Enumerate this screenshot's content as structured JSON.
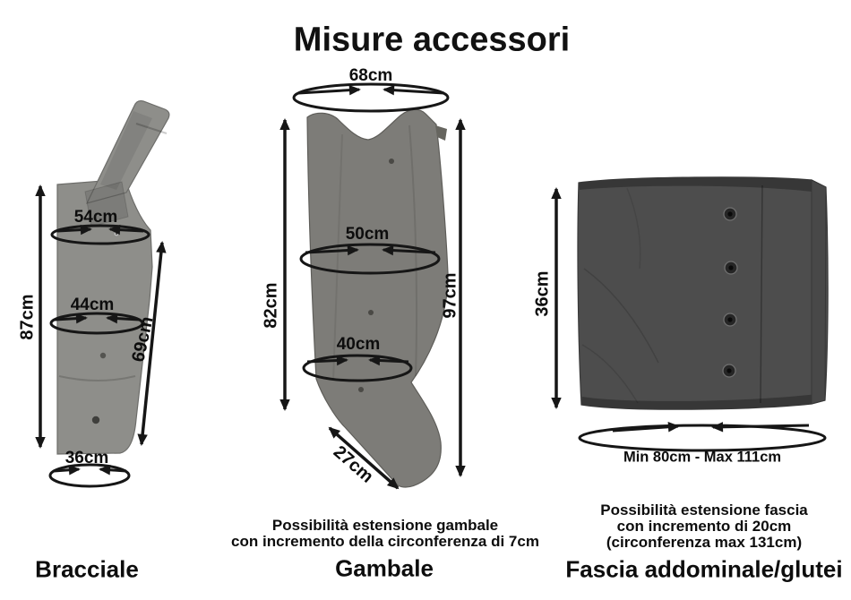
{
  "title": "Misure accessori",
  "colors": {
    "bracciale": "#8e8e8a",
    "gambale": "#7d7c78",
    "fascia": "#4d4d4d",
    "annotation": "#161616",
    "background": "#ffffff"
  },
  "items": {
    "bracciale": {
      "label": "Bracciale",
      "measurements": {
        "upper_circumference": "54cm",
        "mid_circumference": "44cm",
        "wrist_circumference": "36cm",
        "outer_length": "87cm",
        "inner_length": "69cm"
      }
    },
    "gambale": {
      "label": "Gambale",
      "note_line1": "Possibilità estensione gambale",
      "note_line2": "con incremento della circonferenza di 7cm",
      "measurements": {
        "top_circumference": "68cm",
        "knee_circumference": "50cm",
        "ankle_circumference": "40cm",
        "inner_length": "82cm",
        "outer_length": "97cm",
        "foot_length": "27cm"
      }
    },
    "fascia": {
      "label": "Fascia addominale/glutei",
      "note_line1": "Possibilità estensione fascia",
      "note_line2": "con incremento di 20cm",
      "note_line3": "(circonferenza max 131cm)",
      "measurements": {
        "height": "36cm",
        "circumference_range": "Min 80cm - Max 111cm"
      }
    }
  }
}
